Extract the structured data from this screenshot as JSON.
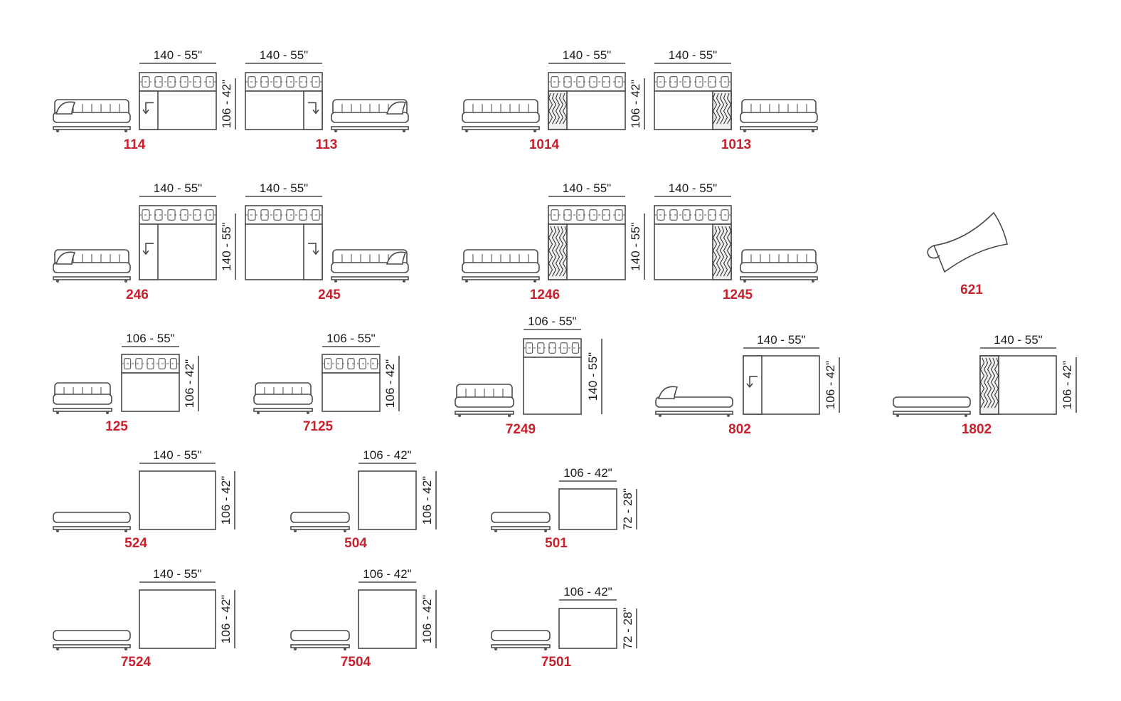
{
  "accent_color": "#c8202c",
  "modules": [
    {
      "code": "114",
      "width": "140 - 55\"",
      "depth": "106 - 42\""
    },
    {
      "code": "113",
      "width": "140 - 55\""
    },
    {
      "code": "1014",
      "width": "140 - 55\"",
      "depth": "106 - 42\""
    },
    {
      "code": "1013",
      "width": "140 - 55\""
    },
    {
      "code": "246",
      "width": "140 - 55\"",
      "depth": "140 - 55\""
    },
    {
      "code": "245",
      "width": "140 - 55\""
    },
    {
      "code": "1246",
      "width": "140 - 55\"",
      "depth": "140 - 55\""
    },
    {
      "code": "1245",
      "width": "140 - 55\""
    },
    {
      "code": "621"
    },
    {
      "code": "125",
      "width": "106 - 55\"",
      "depth": "106 - 42\""
    },
    {
      "code": "7125",
      "width": "106 - 55\"",
      "depth": "106 - 42\""
    },
    {
      "code": "7249",
      "width": "106 - 55\"",
      "depth": "140 - 55\""
    },
    {
      "code": "802",
      "width": "140 - 55\"",
      "depth": "106 - 42\""
    },
    {
      "code": "1802",
      "width": "140 - 55\"",
      "depth": "106 - 42\""
    },
    {
      "code": "524",
      "width": "140 - 55\"",
      "depth": "106 - 42\""
    },
    {
      "code": "504",
      "width": "106 - 42\"",
      "depth": "106 - 42\""
    },
    {
      "code": "501",
      "width": "106 - 42\"",
      "depth": "72 - 28\""
    },
    {
      "code": "7524",
      "width": "140 - 55\"",
      "depth": "106 - 42\""
    },
    {
      "code": "7504",
      "width": "106 - 42\"",
      "depth": "106 - 42\""
    },
    {
      "code": "7501",
      "width": "106 - 42\"",
      "depth": "72 - 28\""
    }
  ]
}
